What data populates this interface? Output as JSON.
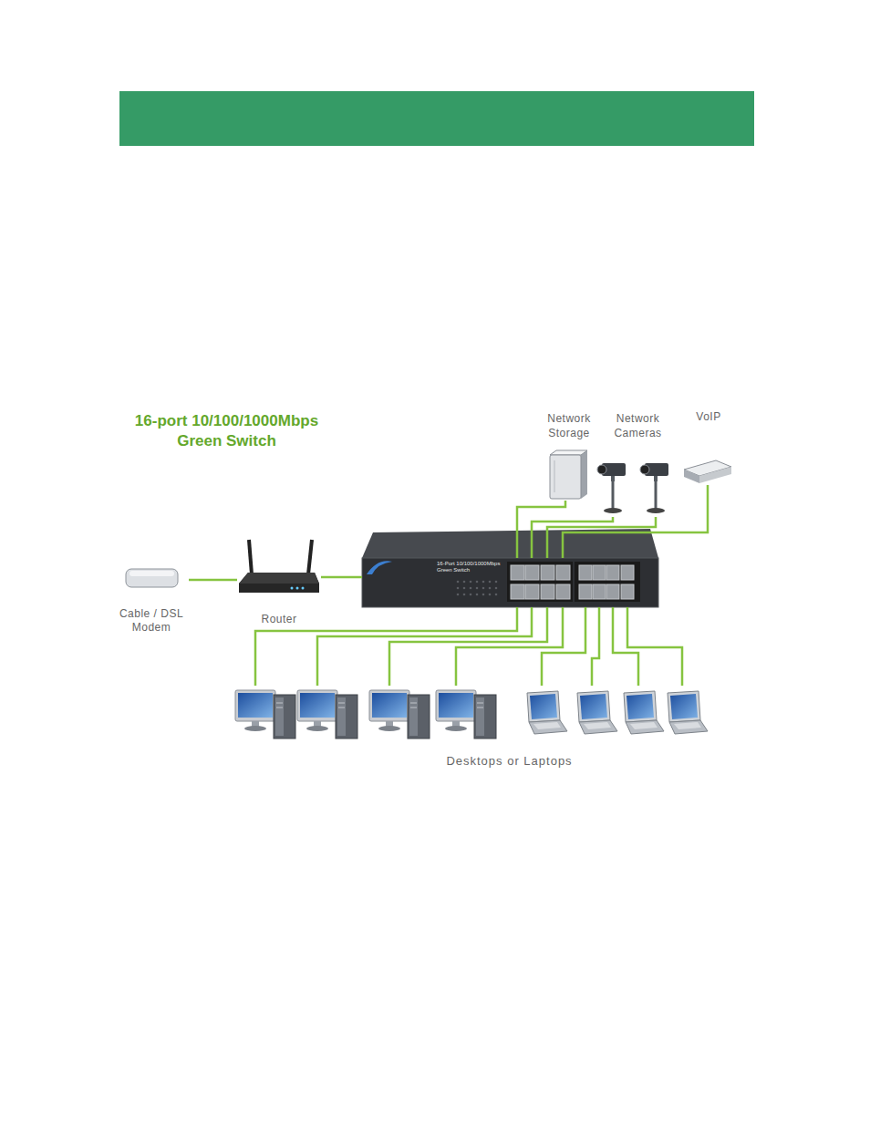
{
  "diagram": {
    "title": "16-port 10/100/1000Mbps Green Switch",
    "nodes": [
      {
        "text": [
          "Cable / DSL Modem"
        ]
      },
      {
        "text": [
          "Router"
        ]
      },
      {
        "text": [
          "16-Port 10/100/1000Mbps Green Switch"
        ]
      },
      {
        "text": [
          "Network Storage"
        ]
      },
      {
        "text": [
          "Network Cameras"
        ]
      },
      {
        "text": [
          "VoIP"
        ]
      },
      {
        "text": [
          "Desktops or Laptops"
        ]
      }
    ],
    "edges": [
      {
        "from": 0,
        "to": 1,
        "arrow": "none"
      },
      {
        "from": 1,
        "to": 2,
        "arrow": "none"
      },
      {
        "from": 2,
        "to": 3,
        "arrow": "none"
      },
      {
        "from": 2,
        "to": 4,
        "arrow": "none"
      },
      {
        "from": 2,
        "to": 4,
        "arrow": "none"
      },
      {
        "from": 2,
        "to": 5,
        "arrow": "none"
      },
      {
        "from": 2,
        "to": 6,
        "arrow": "none"
      },
      {
        "from": 2,
        "to": 6,
        "arrow": "none"
      },
      {
        "from": 2,
        "to": 6,
        "arrow": "none"
      },
      {
        "from": 2,
        "to": 6,
        "arrow": "none"
      },
      {
        "from": 2,
        "to": 6,
        "arrow": "none"
      },
      {
        "from": 2,
        "to": 6,
        "arrow": "none"
      },
      {
        "from": 2,
        "to": 6,
        "arrow": "none"
      },
      {
        "from": 2,
        "to": 6,
        "arrow": "none"
      }
    ]
  }
}
